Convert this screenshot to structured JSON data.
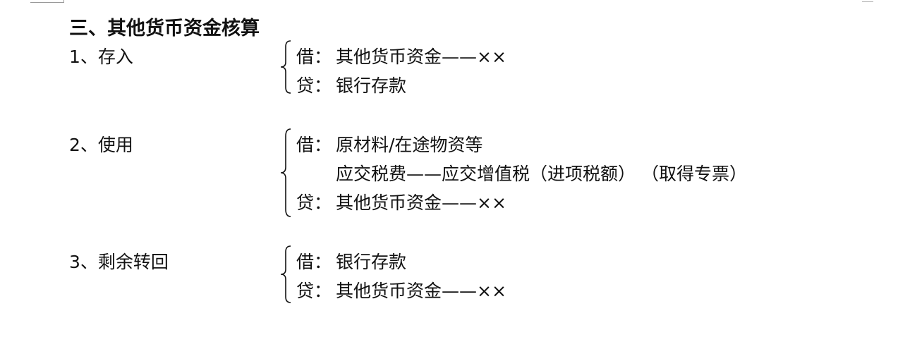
{
  "title": "三、其他货币资金核算",
  "sections": [
    {
      "label": "1、存入",
      "entries": [
        {
          "side": "借：",
          "text": "其他货币资金——××"
        },
        {
          "side": "贷：",
          "text": "银行存款"
        }
      ]
    },
    {
      "label": "2、使用",
      "entries": [
        {
          "side": "借：",
          "text": "原材料/在途物资等"
        },
        {
          "side": "",
          "text": "应交税费——应交增值税（进项税额）  （取得专票）"
        },
        {
          "side": "贷：",
          "text": "其他货币资金——××"
        }
      ]
    },
    {
      "label": "3、剩余转回",
      "entries": [
        {
          "side": "借：",
          "text": "银行存款"
        },
        {
          "side": "贷：",
          "text": "其他货币资金——××"
        }
      ]
    }
  ]
}
